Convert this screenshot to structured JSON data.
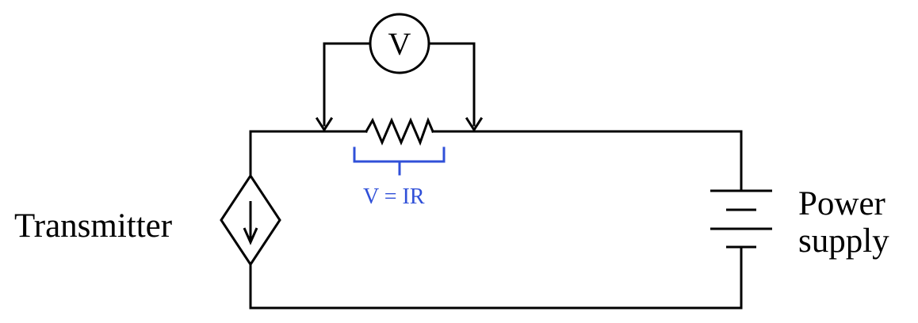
{
  "diagram": {
    "voltmeter_symbol": "V",
    "formula": "V = IR",
    "transmitter_label": "Transmitter",
    "power_supply_label_line1": "Power",
    "power_supply_label_line2": "supply"
  },
  "colors": {
    "wire": "#000000",
    "annotation": "#3050d8",
    "background": "#ffffff"
  },
  "icons": {
    "current_source": "dependent-current-source-icon",
    "voltmeter": "voltmeter-icon",
    "resistor": "resistor-icon",
    "battery": "battery-icon"
  }
}
